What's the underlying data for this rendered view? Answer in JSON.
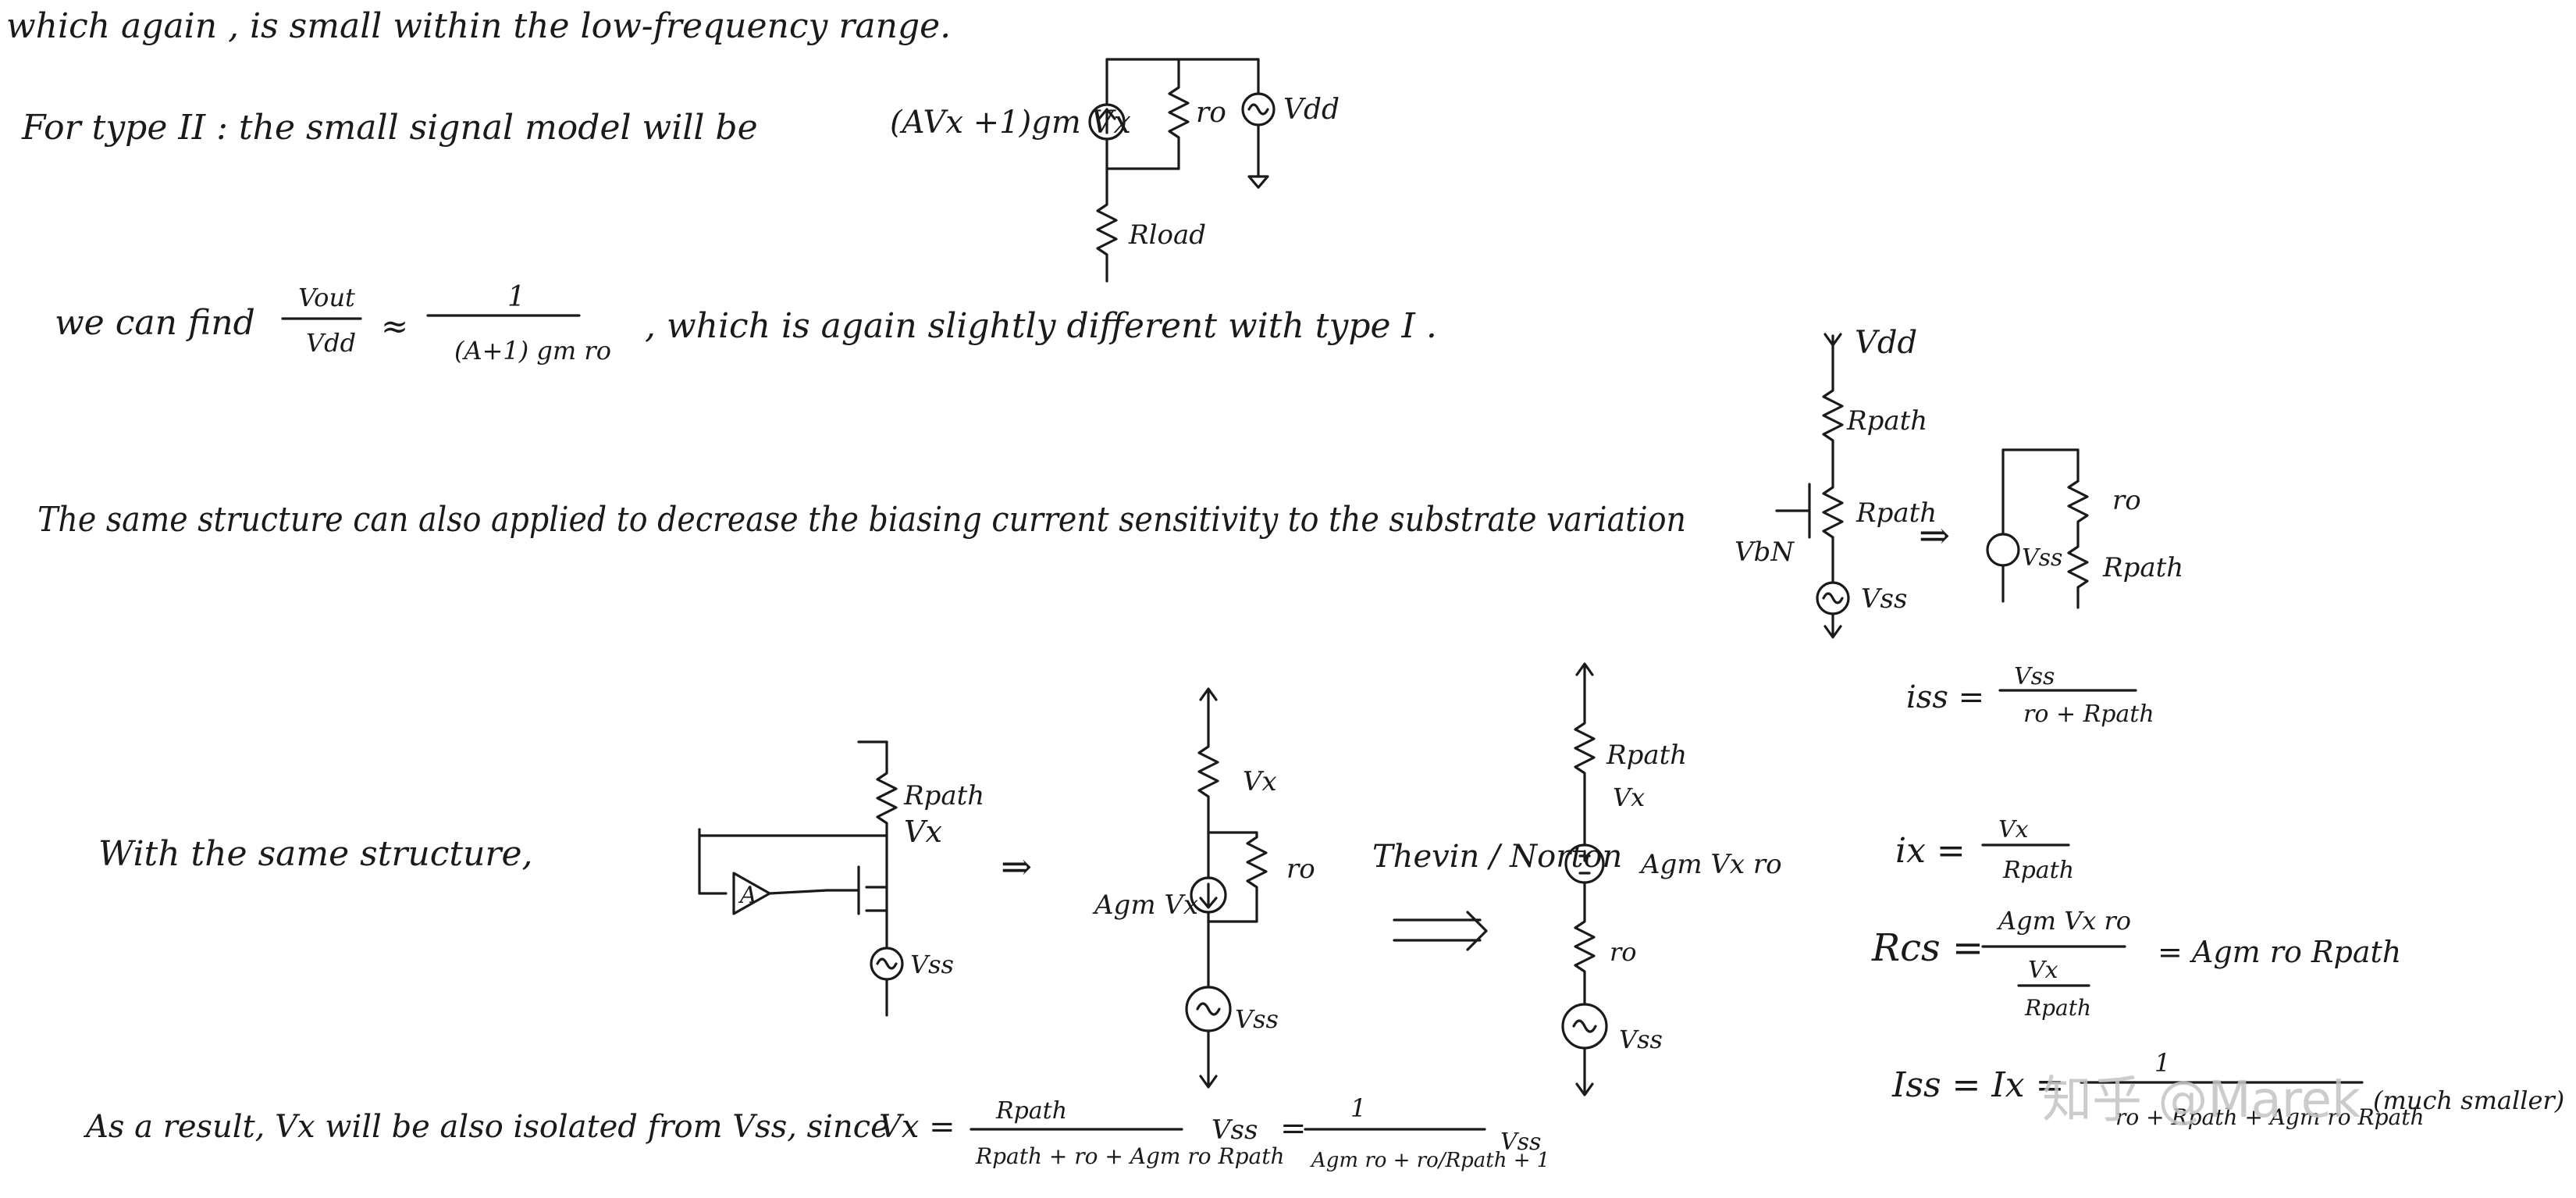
{
  "line1": "which again , is small within the low-frequency range.",
  "type2": {
    "intro": "For type II :  the small signal model will be",
    "label_current": "(AVx +1)gm Vx",
    "label_ro": "ro",
    "label_vdd": "Vdd",
    "label_rload": "Rload"
  },
  "find": {
    "prefix": "we can find",
    "num": "Vout",
    "den": "Vdd",
    "approx": "≈",
    "rhs_num": "1",
    "rhs_den": "(A+1) gm ro",
    "suffix": ", which is again slightly different with type I ."
  },
  "structure": {
    "text": "The same structure can also applied to decrease the biasing current sensitivity to the substrate variation",
    "vdd": "Vdd",
    "rpath": "Rpath",
    "vbn": "VbN",
    "vss": "Vss",
    "arrow": "⇒",
    "ro": "ro",
    "eq_lhs": "iss =",
    "eq_num": "Vss",
    "eq_den": "ro + Rpath"
  },
  "same": {
    "text": "With the same structure,",
    "rpath": "Rpath",
    "vx": "Vx",
    "amp": "A",
    "vss": "Vss",
    "arrow": "⇒",
    "agmvx": "Agm Vx",
    "ro": "ro",
    "thevin": "Thevin / Norton",
    "agmvxro": "Agm Vx ro"
  },
  "right_eqs": {
    "ix_lhs": "ix =",
    "ix_num": "Vx",
    "ix_den": "Rpath",
    "rcs_lhs": "Rcs =",
    "rcs_num": "Agm Vx ro",
    "rcs_den_num": "Vx",
    "rcs_den_den": "Rpath",
    "rcs_rhs": "= Agm ro Rpath",
    "iss_lhs": "Iss = Ix =",
    "iss_num": "1",
    "iss_den": "ro + Rpath + Agm ro Rpath",
    "iss_note": "(much smaller)"
  },
  "result": {
    "text": "As a result, Vx will be also isolated from Vss, since",
    "vx_lhs": "Vx =",
    "f1_num": "Rpath",
    "f1_den": "Rpath + ro + Agm ro Rpath",
    "vss1": "Vss",
    "eq": "=",
    "f2_num": "1",
    "f2_den": "Agm ro + ro/Rpath + 1",
    "vss2": "Vss"
  },
  "watermark": "知乎 @Marek"
}
